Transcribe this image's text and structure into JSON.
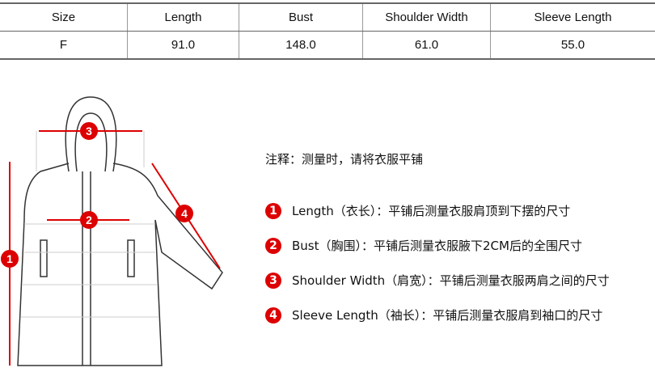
{
  "table": {
    "headers": [
      "Size",
      "Length",
      "Bust",
      "Shoulder Width",
      "Sleeve Length"
    ],
    "rows": [
      [
        "F",
        "91.0",
        "148.0",
        "61.0",
        "55.0"
      ]
    ]
  },
  "diagram": {
    "markers": [
      "1",
      "2",
      "3",
      "4"
    ],
    "accent": "#d00000"
  },
  "notes": {
    "title": "注释：测量时，请将衣服平铺",
    "items": [
      {
        "num": "1",
        "text": "Length（衣长）：平铺后测量衣服肩顶到下摆的尺寸"
      },
      {
        "num": "2",
        "text": "Bust（胸围）：平铺后测量衣服腋下2CM后的全围尺寸"
      },
      {
        "num": "3",
        "text": "Shoulder Width（肩宽）：平铺后测量衣服两肩之间的尺寸"
      },
      {
        "num": "4",
        "text": "Sleeve Length（袖长）：平铺后测量衣服肩到袖口的尺寸"
      }
    ]
  }
}
